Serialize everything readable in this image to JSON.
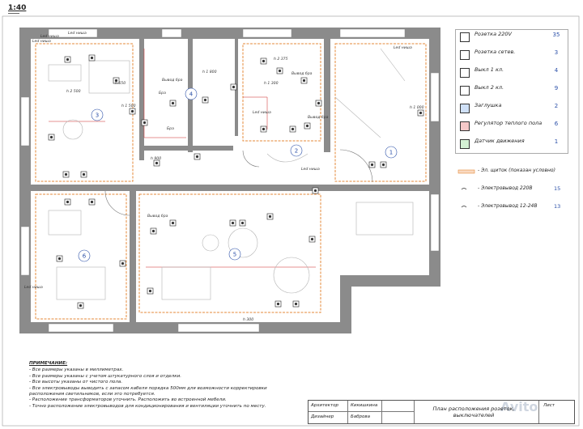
{
  "scale": "1:40",
  "legend": {
    "items": [
      {
        "label": "Розетка 220V",
        "count": "35",
        "icon": "socket-icon"
      },
      {
        "label": "Розетка сетев.",
        "count": "3",
        "icon": "network-socket-icon"
      },
      {
        "label": "Выкл 1 кл.",
        "count": "4",
        "icon": "switch-1-icon"
      },
      {
        "label": "Выкл 2 кл.",
        "count": "9",
        "icon": "switch-2-icon"
      },
      {
        "label": "Заглушка",
        "count": "2",
        "icon": "plug-icon"
      },
      {
        "label": "Регулятор теплого пола",
        "count": "6",
        "icon": "floor-heating-regulator-icon"
      },
      {
        "label": "Датчик движения",
        "count": "1",
        "icon": "motion-sensor-icon"
      }
    ],
    "lines": [
      {
        "label": "- Эл. щиток (показан условно)",
        "count": ""
      },
      {
        "label": "- Электровывод 220В",
        "count": "15"
      },
      {
        "label": "- Электровывод 12-24В",
        "count": "13"
      }
    ]
  },
  "rooms": [
    "1",
    "2",
    "3",
    "4",
    "5",
    "6"
  ],
  "plan_labels": [
    "h 1 500",
    "h 900",
    "h 300",
    "h 1 000",
    "h 2 500",
    "h 1 800",
    "h 2 375",
    "h 1 300",
    "h 650",
    "Led ниша",
    "Вывод бра",
    "Бра",
    "Бра",
    "Вывод бра",
    "Led ниша",
    "Вывод бра",
    "Led ниша",
    "Led ниша",
    "Вывод бра",
    "Led ниша",
    "Led ниша",
    "Led ниша"
  ],
  "notes": {
    "title": "ПРИМЕЧАНИЕ:",
    "lines": [
      "- Все размеры указаны в миллиметрах.",
      "- Все размеры указаны с учетом штукатурного слоя и отделки.",
      "- Все высоты указаны от чистого пола.",
      "- Все электровыводы выводить с запасом кабеля порядка 500мм для возможности корректировки расположения светильников, если это потребуется.",
      "- Расположение трансформаторов уточнить. Расположить во встроенной мебели.",
      "- Точно расположение электровыводов для кондиционирования и вентиляции уточнить по месту."
    ]
  },
  "stamp": {
    "role1": "Архитектор",
    "name1": "Кикишкина",
    "role2": "Дизайнер",
    "name2": "Баброва",
    "sheet_title": "План расположения розеток, выключателей",
    "sheet_label": "Лист"
  }
}
